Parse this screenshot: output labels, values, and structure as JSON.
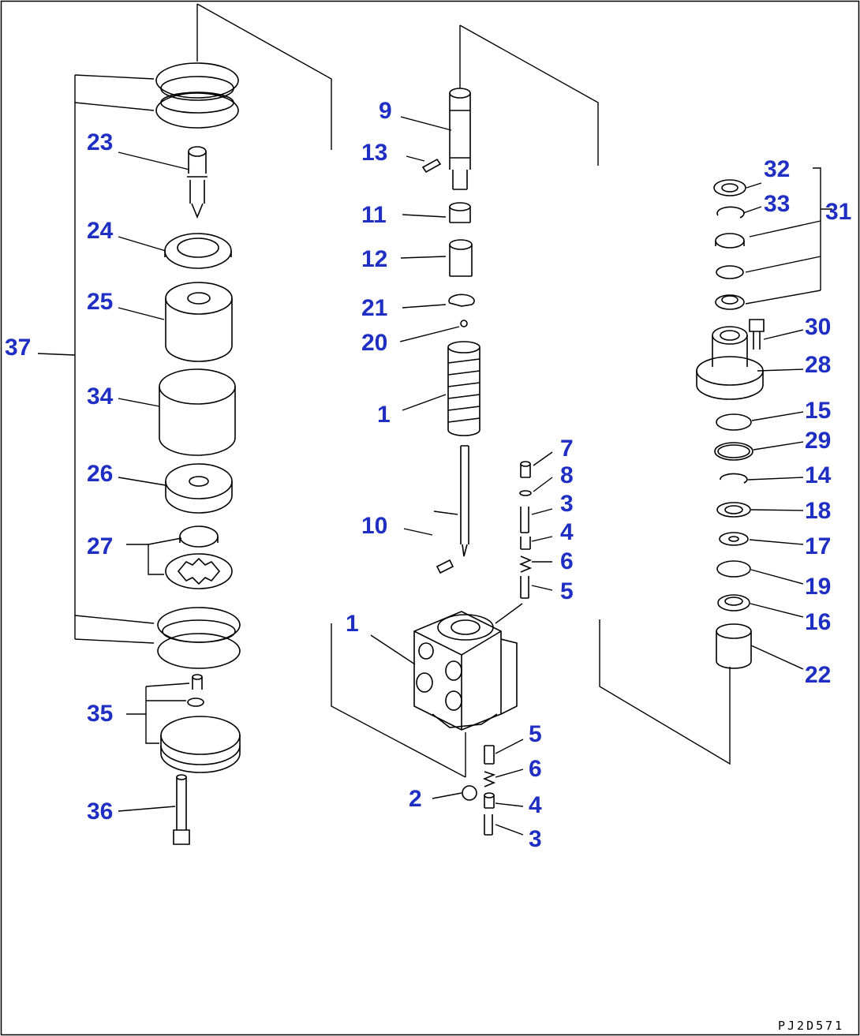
{
  "labels": {
    "n1": "1",
    "n2": "2",
    "n3": "3",
    "n4": "4",
    "n5": "5",
    "n6": "6",
    "n7": "7",
    "n8": "8",
    "n9": "9",
    "n10": "10",
    "n11": "11",
    "n12": "12",
    "n13": "13",
    "n14": "14",
    "n15": "15",
    "n16": "16",
    "n17": "17",
    "n18": "18",
    "n19": "19",
    "n20": "20",
    "n21": "21",
    "n22": "22",
    "n23": "23",
    "n24": "24",
    "n25": "25",
    "n26": "26",
    "n27": "27",
    "n28": "28",
    "n29": "29",
    "n30": "30",
    "n31": "31",
    "n32": "32",
    "n33": "33",
    "n34": "34",
    "n35": "35",
    "n36": "36",
    "n37": "37"
  },
  "drawing_code": "PJ2D571",
  "colors": {
    "label": "#1f2fc4",
    "line": "#000000",
    "background": "#ffffff"
  }
}
